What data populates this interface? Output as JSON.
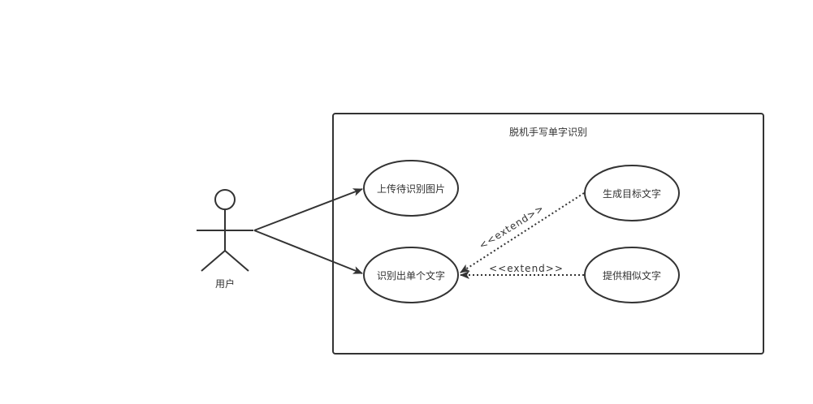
{
  "diagram": {
    "type": "uml-use-case",
    "system_boundary": {
      "title": "脱机手写单字识别"
    },
    "actor": {
      "label": "用户"
    },
    "use_cases": [
      {
        "id": "upload",
        "label": "上传待识别图片"
      },
      {
        "id": "recognize",
        "label": "识别出单个文字"
      },
      {
        "id": "generate",
        "label": "生成目标文字"
      },
      {
        "id": "similar",
        "label": "提供相似文字"
      }
    ],
    "relations": [
      {
        "from": "actor",
        "to": "upload",
        "kind": "association"
      },
      {
        "from": "actor",
        "to": "recognize",
        "kind": "association"
      },
      {
        "from": "generate",
        "to": "recognize",
        "kind": "extend",
        "label": "<<extend>>"
      },
      {
        "from": "similar",
        "to": "recognize",
        "kind": "extend",
        "label": "<<extend>>"
      }
    ],
    "colors": {
      "stroke": "#333333",
      "fill": "#ffffff",
      "text": "#333333"
    }
  }
}
